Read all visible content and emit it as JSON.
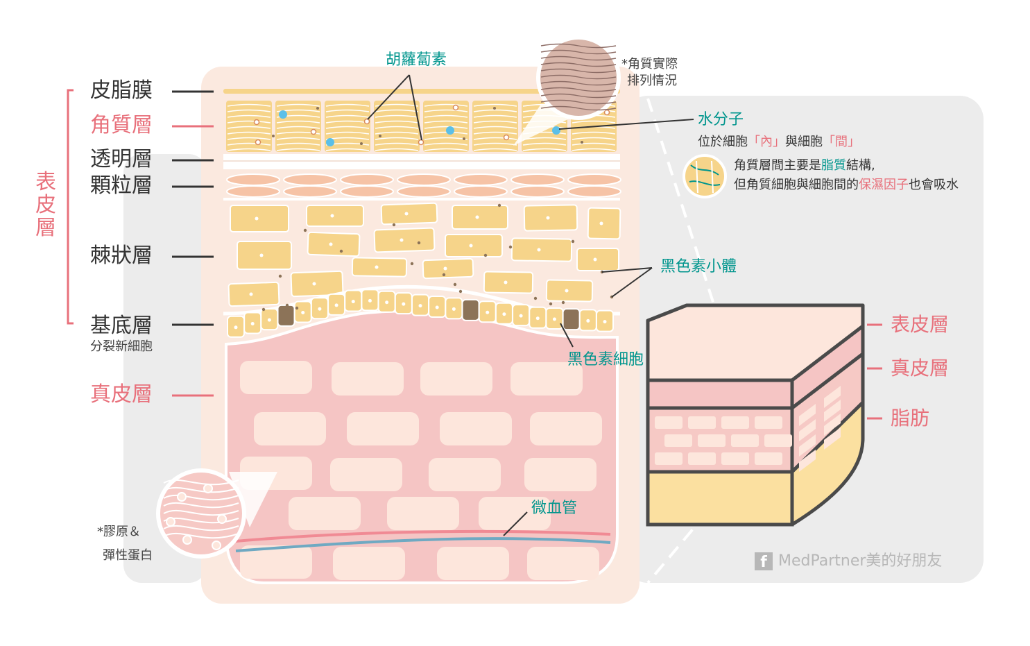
{
  "layers": {
    "sebum": "皮脂膜",
    "stratum_corneum": "角質層",
    "stratum_lucidum": "透明層",
    "stratum_granulosum": "顆粒層",
    "stratum_spinosum": "棘狀層",
    "stratum_basale": "基底層",
    "stratum_basale_note": "分裂新細胞",
    "dermis": "真皮層"
  },
  "epidermis_label": "表皮層",
  "annotations": {
    "carotene": "胡蘿蔔素",
    "keratin_note_line1": "*角質實際",
    "keratin_note_line2": "排列情況",
    "water_molecule": "水分子",
    "water_location_prefix": "位於細胞",
    "water_location_inner": "「內」",
    "water_location_and": "與細胞",
    "water_location_between": "「間」",
    "lipid_line1_prefix": "角質層間主要是",
    "lipid_line1_highlight": "脂質",
    "lipid_line1_suffix": "結構,",
    "lipid_line2_prefix": "但角質細胞與細胞間的",
    "lipid_line2_highlight": "保濕因子",
    "lipid_line2_suffix": "也會吸水",
    "melanosome": "黑色素小體",
    "melanocyte": "黑色素細胞",
    "capillary": "微血管",
    "collagen_line1": "*膠原＆",
    "collagen_line2": "彈性蛋白"
  },
  "block_labels": {
    "epidermis": "表皮層",
    "dermis": "真皮層",
    "fat": "脂肪"
  },
  "credit": {
    "icon": "facebook-icon",
    "text": "MedPartner美的好朋友"
  },
  "colors": {
    "pink_label": "#e8707b",
    "teal": "#00958d",
    "cell_yellow": "#f6d48a",
    "dermis_pink": "#f5c5c4",
    "melanin": "#8c7358",
    "water_blue": "#5bbfe8",
    "fat_yellow": "#fbe0a0"
  }
}
